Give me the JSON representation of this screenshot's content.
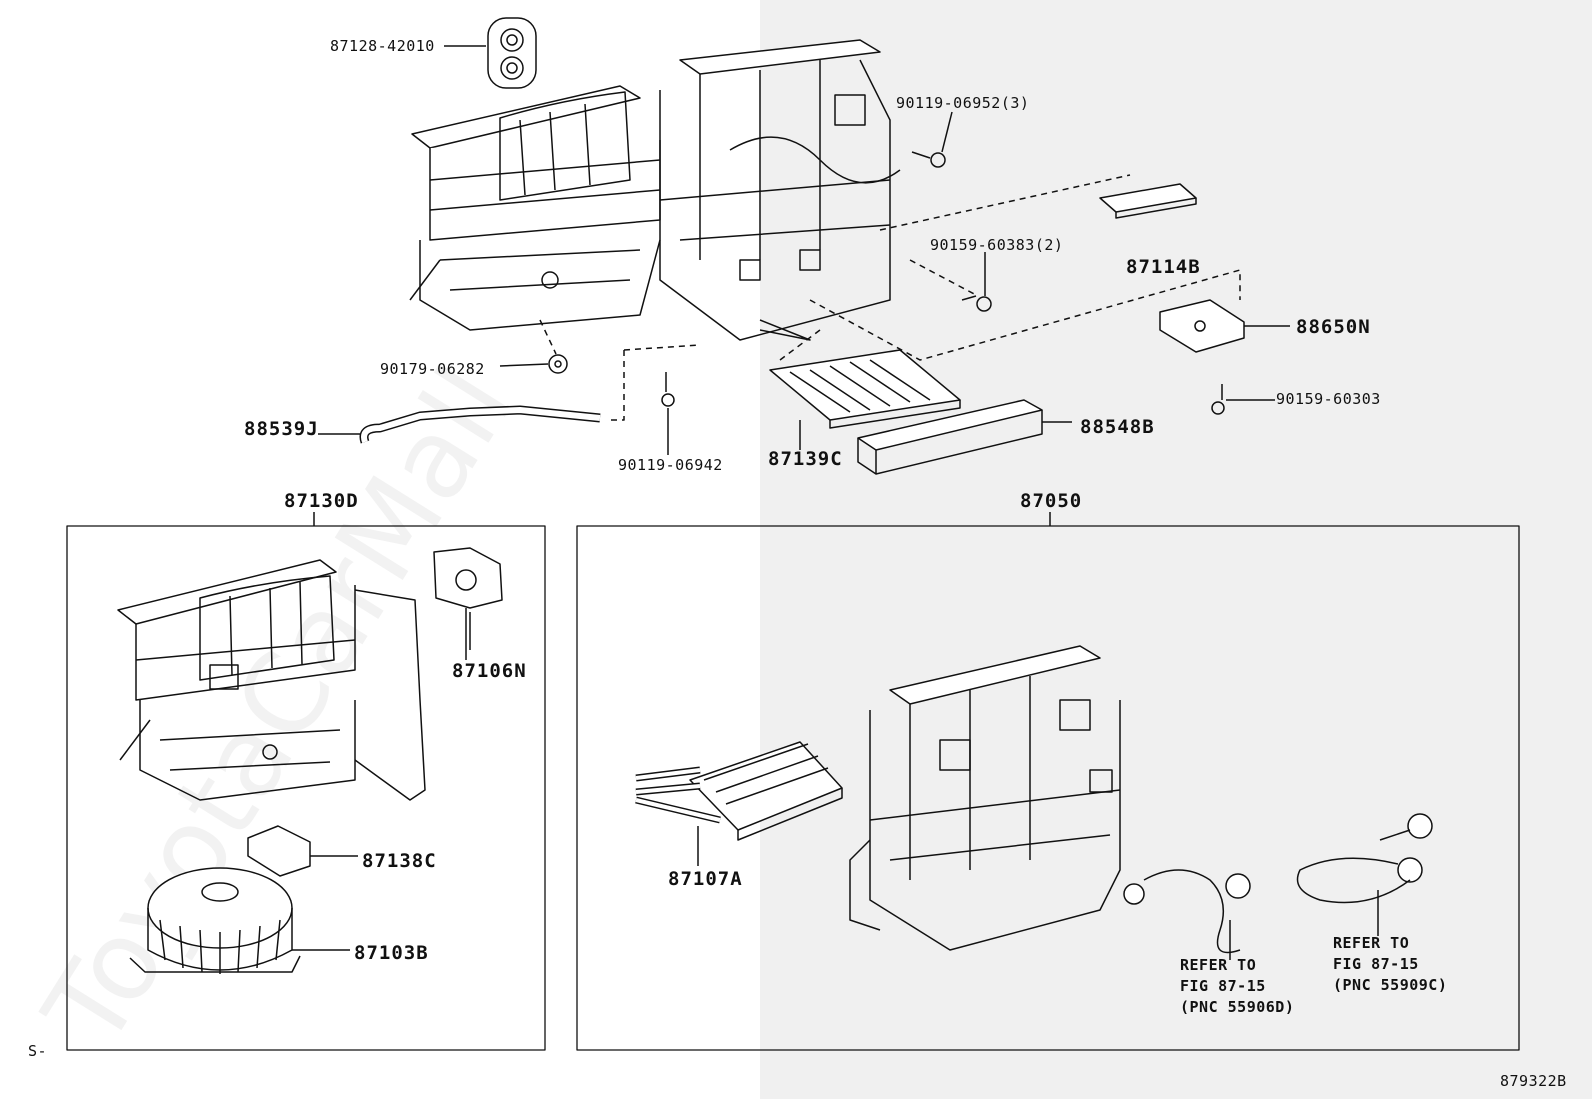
{
  "watermark": "ToyotaCarMall",
  "corner_left": "S-",
  "illustration_id": "879322B",
  "labels": {
    "p87128": "87128-42010",
    "p90119a": "90119-06952(3)",
    "p90159a": "90159-60383(2)",
    "p87114": "87114B",
    "p88650": "88650N",
    "p90179": "90179-06282",
    "p88539": "88539J",
    "p90159b": "90159-60303",
    "p88548": "88548B",
    "p90119b": "90119-06942",
    "p87139": "87139C",
    "p87130": "87130D",
    "p87050": "87050",
    "p87106": "87106N",
    "p87138": "87138C",
    "p87103": "87103B",
    "p87107": "87107A"
  },
  "refers": {
    "r1": "REFER TO\nFIG 87-15\n(PNC 55906D)",
    "r2": "REFER TO\nFIG 87-15\n(PNC 55909C)"
  }
}
